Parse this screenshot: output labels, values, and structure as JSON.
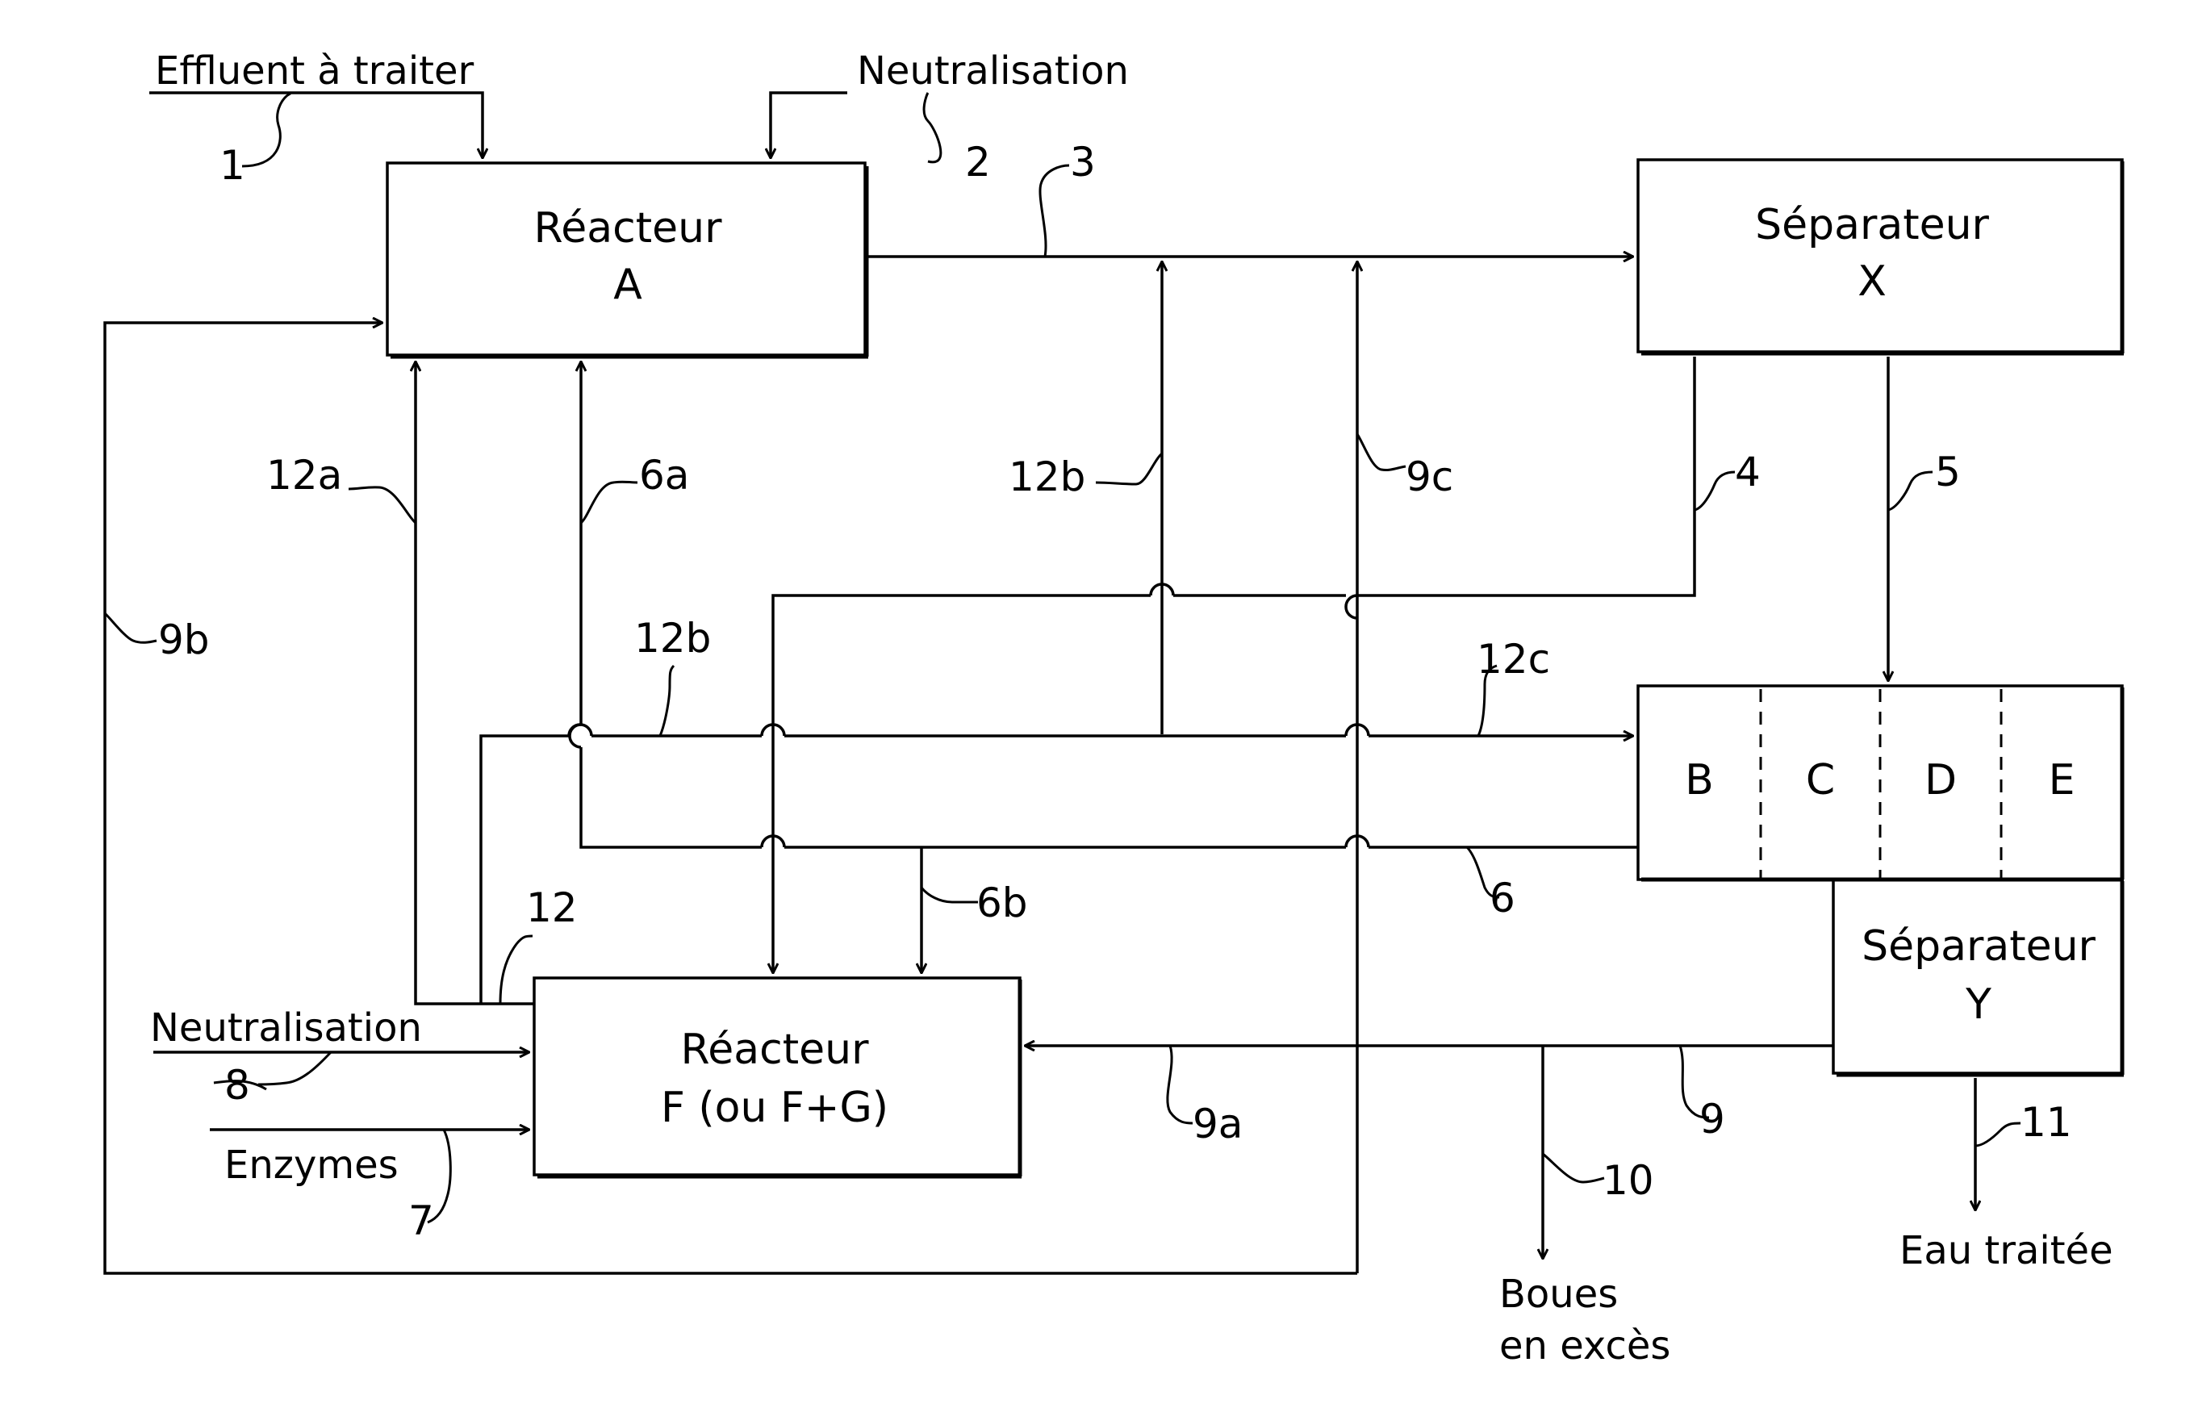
{
  "inputs": {
    "effluent": "Effluent à traiter",
    "neutralisation_top": "Neutralisation",
    "neutralisation_bottom": "Neutralisation",
    "enzymes": "Enzymes"
  },
  "outputs": {
    "boues_line1": "Boues",
    "boues_line2": "en excès",
    "eau": "Eau traitée"
  },
  "reactor_a": {
    "line1": "Réacteur",
    "line2": "A"
  },
  "separator_x": {
    "line1": "Séparateur",
    "line2": "X"
  },
  "reactor_f": {
    "line1": "Réacteur",
    "line2": "F (ou F+G)"
  },
  "separator_y": {
    "line1": "Séparateur",
    "line2": "Y"
  },
  "compartments": [
    "B",
    "C",
    "D",
    "E"
  ],
  "stream_labels": {
    "s1": "1",
    "s2": "2",
    "s3": "3",
    "s4": "4",
    "s5": "5",
    "s6": "6",
    "s6a": "6a",
    "s6b": "6b",
    "s7": "7",
    "s8": "8",
    "s9": "9",
    "s9a": "9a",
    "s9b": "9b",
    "s9c": "9c",
    "s10": "10",
    "s11": "11",
    "s12": "12",
    "s12a": "12a",
    "s12b_upper": "12b",
    "s12b_lower": "12b",
    "s12c": "12c"
  }
}
